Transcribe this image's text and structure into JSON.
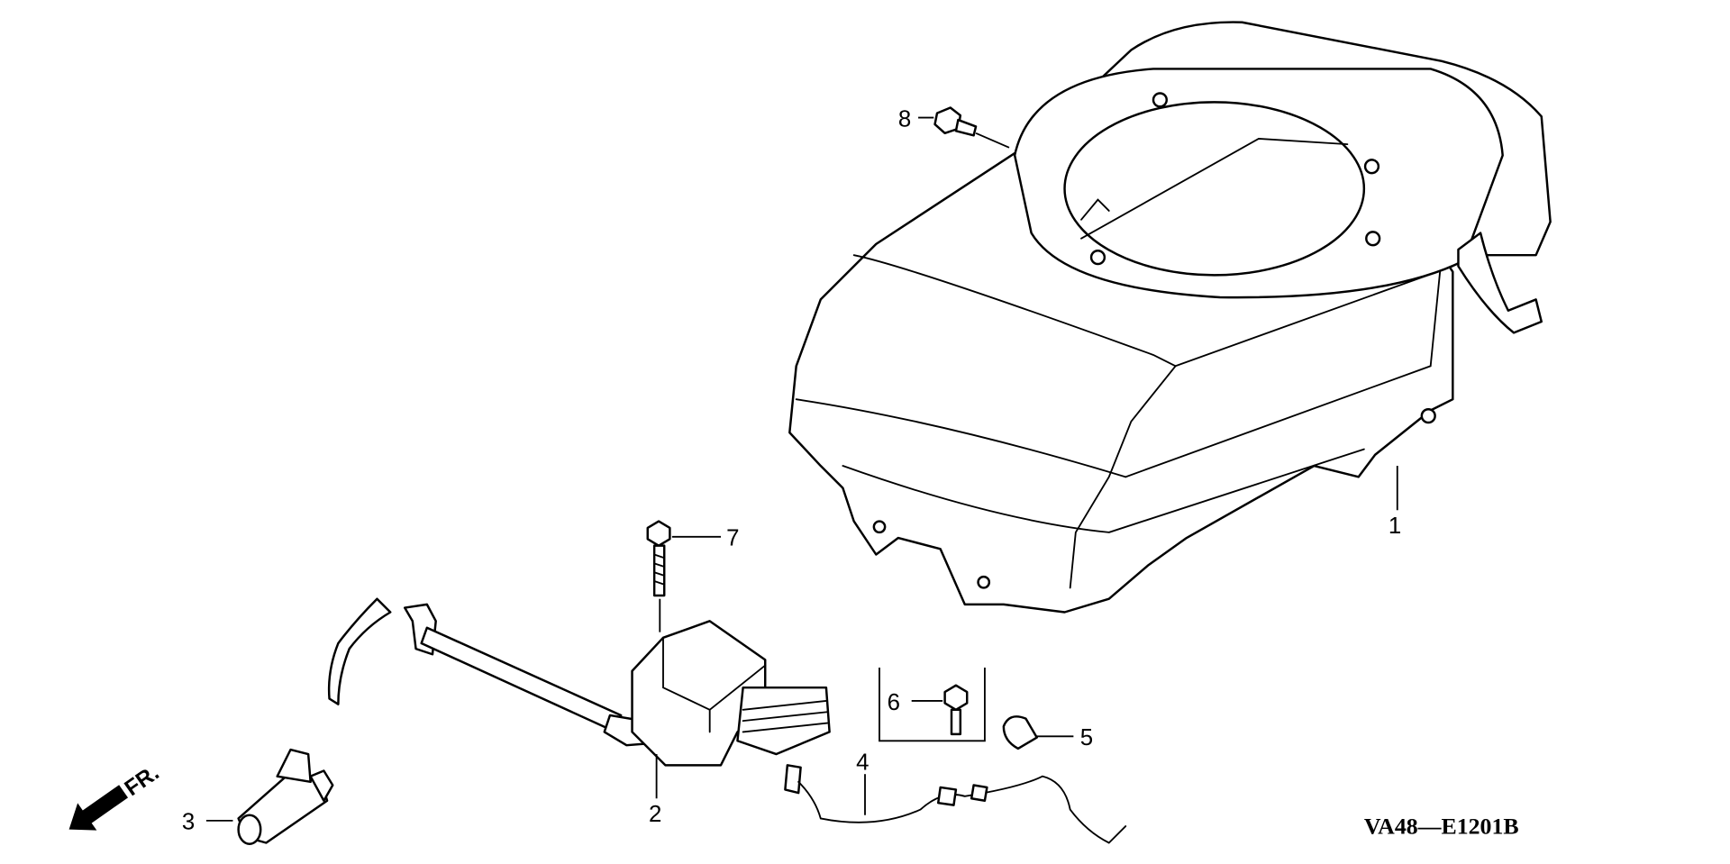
{
  "diagram": {
    "code": "VA48—E1201B",
    "direction_label": "FR.",
    "callouts": [
      {
        "id": "1",
        "part": "fan-cover"
      },
      {
        "id": "2",
        "part": "ignition-coil"
      },
      {
        "id": "3",
        "part": "spark-plug-cap"
      },
      {
        "id": "4",
        "part": "stop-switch-wire"
      },
      {
        "id": "5",
        "part": "wire-clamp"
      },
      {
        "id": "6",
        "part": "flange-bolt"
      },
      {
        "id": "7",
        "part": "flange-bolt"
      },
      {
        "id": "8",
        "part": "flange-bolt"
      }
    ]
  }
}
